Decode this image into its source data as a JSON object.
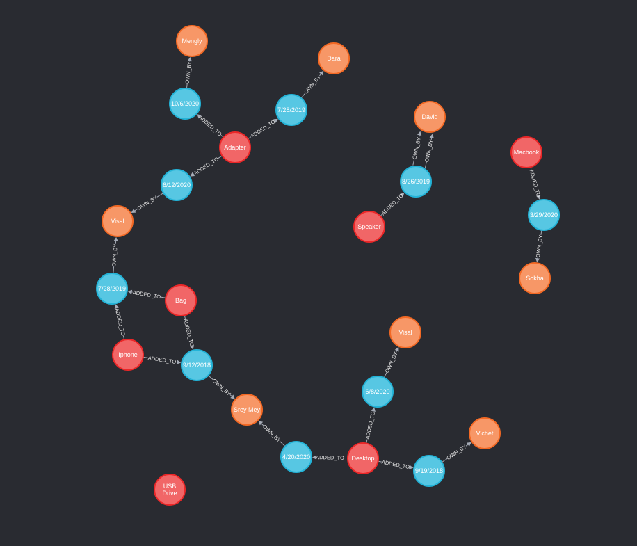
{
  "colors": {
    "background": "#292b31",
    "product_fill": "#f16667",
    "product_stroke": "#eb2728",
    "date_fill": "#57c7e3",
    "date_stroke": "#23b3d7",
    "person_fill": "#f79767",
    "person_stroke": "#f36924",
    "edge": "#a5abb6",
    "edge_label_bg": "#292b31"
  },
  "nodes": [
    {
      "id": "mengly",
      "label": "Mengly",
      "type": "person"
    },
    {
      "id": "d_10_6_2020",
      "label": "10/6/2020",
      "type": "date"
    },
    {
      "id": "dara",
      "label": "Dara",
      "type": "person"
    },
    {
      "id": "d_7_28_2019a",
      "label": "7/28/2019",
      "type": "date"
    },
    {
      "id": "adapter",
      "label": "Adapter",
      "type": "product"
    },
    {
      "id": "d_6_12_2020",
      "label": "6/12/2020",
      "type": "date"
    },
    {
      "id": "visal1",
      "label": "Visal",
      "type": "person"
    },
    {
      "id": "d_7_28_2019b",
      "label": "7/28/2019",
      "type": "date"
    },
    {
      "id": "bag",
      "label": "Bag",
      "type": "product"
    },
    {
      "id": "iphone",
      "label": "Iphone",
      "type": "product"
    },
    {
      "id": "d_9_12_2018",
      "label": "9/12/2018",
      "type": "date"
    },
    {
      "id": "sreymey",
      "label": "Srey Mey",
      "type": "person"
    },
    {
      "id": "david",
      "label": "David",
      "type": "person"
    },
    {
      "id": "d_8_26_2019",
      "label": "8/26/2019",
      "type": "date"
    },
    {
      "id": "speaker",
      "label": "Speaker",
      "type": "product"
    },
    {
      "id": "macbook",
      "label": "Macbook",
      "type": "product"
    },
    {
      "id": "d_3_29_2020",
      "label": "3/29/2020",
      "type": "date"
    },
    {
      "id": "sokha",
      "label": "Sokha",
      "type": "person"
    },
    {
      "id": "visal2",
      "label": "Visal",
      "type": "person"
    },
    {
      "id": "d_6_8_2020",
      "label": "6/8/2020",
      "type": "date"
    },
    {
      "id": "d_4_20_2020",
      "label": "4/20/2020",
      "type": "date"
    },
    {
      "id": "desktop",
      "label": "Desktop",
      "type": "product"
    },
    {
      "id": "d_9_19_2018",
      "label": "9/19/2018",
      "type": "date"
    },
    {
      "id": "vichet",
      "label": "Vichet",
      "type": "person"
    },
    {
      "id": "usbdrive",
      "label": "USB Drive",
      "lines": [
        "USB",
        "Drive"
      ],
      "type": "product"
    }
  ],
  "edges": [
    {
      "from": "d_10_6_2020",
      "to": "mengly",
      "label": "OWN_BY"
    },
    {
      "from": "adapter",
      "to": "d_10_6_2020",
      "label": "ADDED_TO"
    },
    {
      "from": "adapter",
      "to": "d_7_28_2019a",
      "label": "ADDED_TO"
    },
    {
      "from": "d_7_28_2019a",
      "to": "dara",
      "label": "OWN_BY"
    },
    {
      "from": "adapter",
      "to": "d_6_12_2020",
      "label": "ADDED_TO"
    },
    {
      "from": "d_6_12_2020",
      "to": "visal1",
      "label": "OWN_BY"
    },
    {
      "from": "d_7_28_2019b",
      "to": "visal1",
      "label": "OWN_BY"
    },
    {
      "from": "bag",
      "to": "d_7_28_2019b",
      "label": "ADDED_TO"
    },
    {
      "from": "iphone",
      "to": "d_7_28_2019b",
      "label": "ADDED_TO"
    },
    {
      "from": "bag",
      "to": "d_9_12_2018",
      "label": "ADDED_TO"
    },
    {
      "from": "iphone",
      "to": "d_9_12_2018",
      "label": "ADDED_TO"
    },
    {
      "from": "d_9_12_2018",
      "to": "sreymey",
      "label": "OWN_BY"
    },
    {
      "from": "d_8_26_2019",
      "to": "david",
      "label": "OWN_BY",
      "curve": -1
    },
    {
      "from": "d_8_26_2019",
      "to": "david",
      "label": "OWN_BY",
      "curve": 1
    },
    {
      "from": "speaker",
      "to": "d_8_26_2019",
      "label": "ADDED_TO"
    },
    {
      "from": "macbook",
      "to": "d_3_29_2020",
      "label": "ADDED_TO"
    },
    {
      "from": "d_3_29_2020",
      "to": "sokha",
      "label": "OWN_BY"
    },
    {
      "from": "d_6_8_2020",
      "to": "visal2",
      "label": "OWN_BY"
    },
    {
      "from": "desktop",
      "to": "d_6_8_2020",
      "label": "ADDED_TO"
    },
    {
      "from": "desktop",
      "to": "d_4_20_2020",
      "label": "ADDED_TO"
    },
    {
      "from": "d_4_20_2020",
      "to": "sreymey",
      "label": "OWN_BY"
    },
    {
      "from": "desktop",
      "to": "d_9_19_2018",
      "label": "ADDED_TO"
    },
    {
      "from": "d_9_19_2018",
      "to": "vichet",
      "label": "OWN_BY"
    }
  ]
}
